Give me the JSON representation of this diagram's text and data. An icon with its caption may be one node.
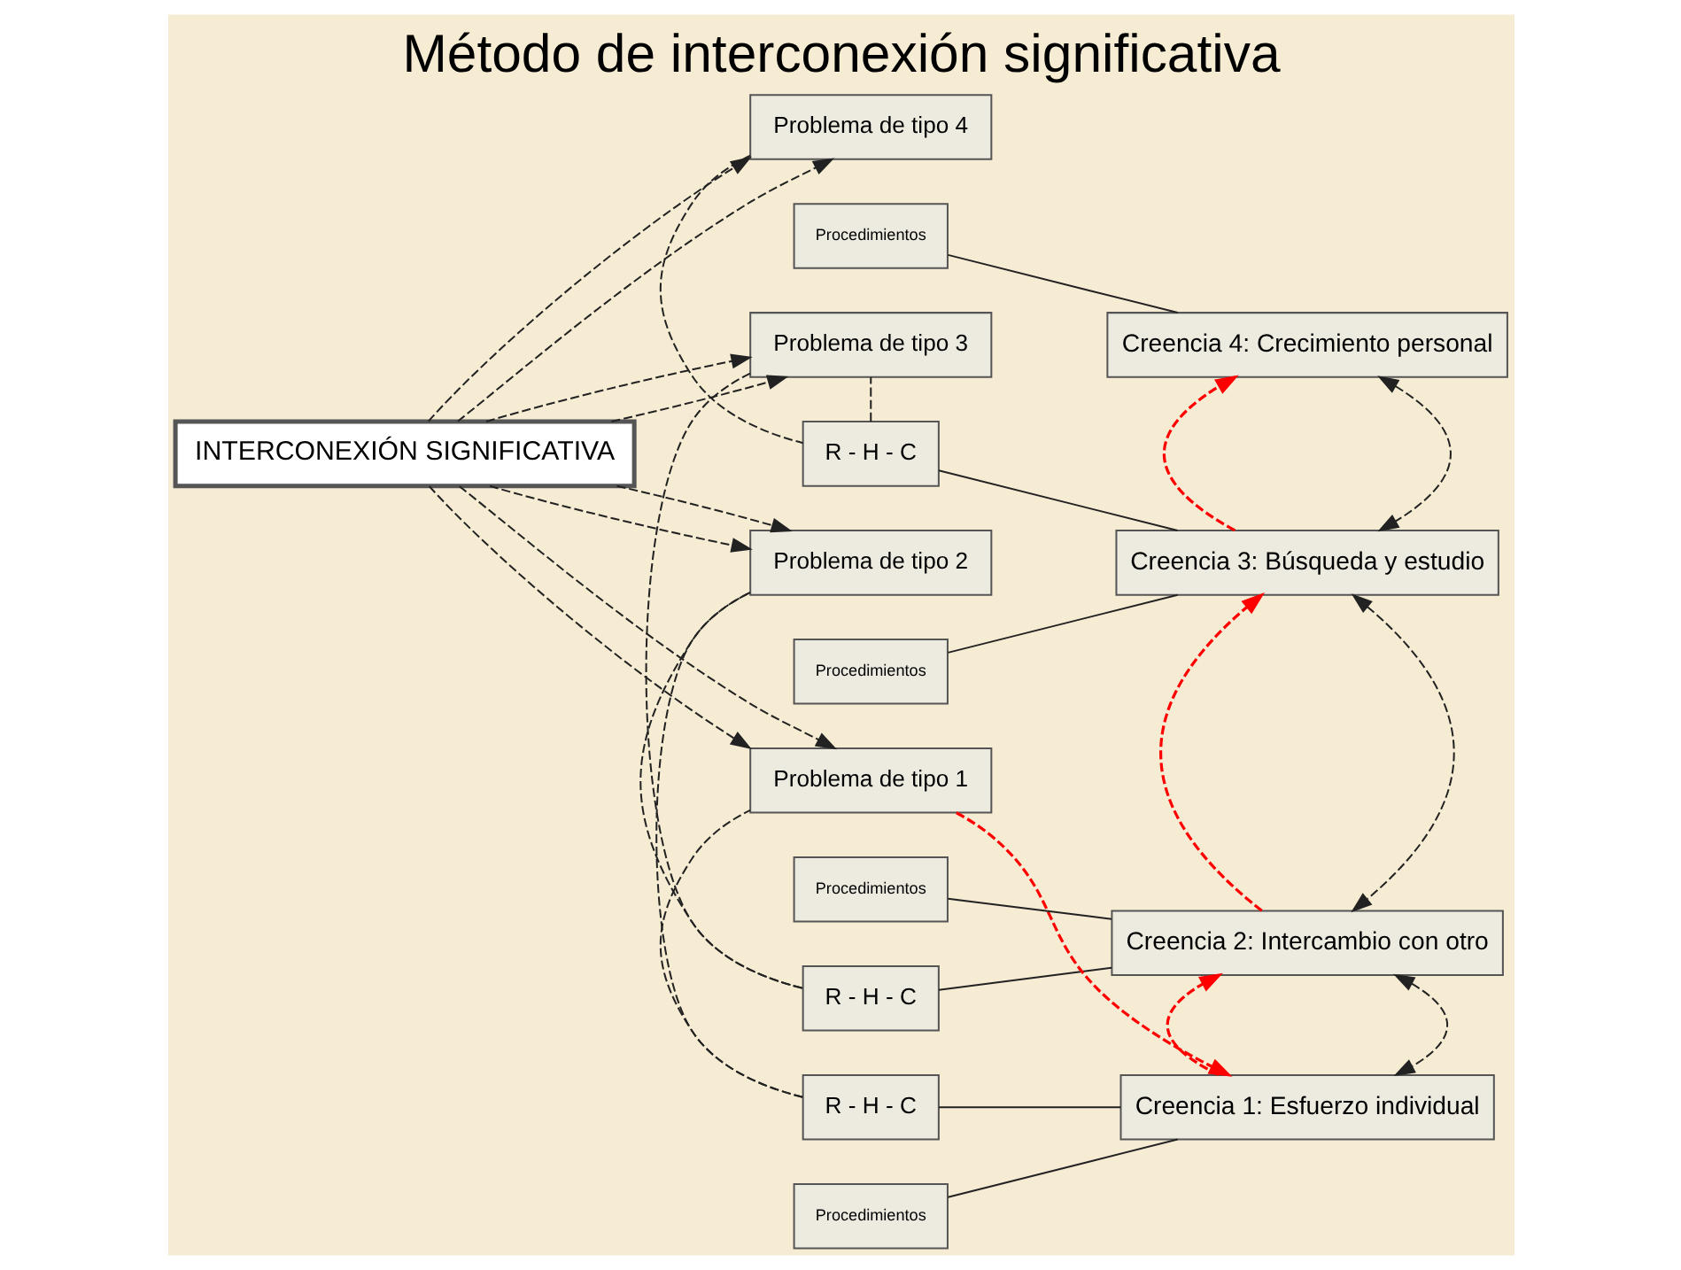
{
  "diagram": {
    "title": "Método de interconexión significativa",
    "nodes": [
      {
        "text": [
          "INTERCONEXIÓN SIGNIFICATIVA"
        ]
      },
      {
        "text": [
          "Problema de tipo 4"
        ]
      },
      {
        "text": [
          "R - H - C"
        ]
      },
      {
        "text": [
          "Problema de tipo 3"
        ]
      },
      {
        "text": [
          "R - H - C"
        ]
      },
      {
        "text": [
          "Problema de tipo 2"
        ]
      },
      {
        "text": [
          "R - H - C"
        ]
      },
      {
        "text": [
          "Problema de tipo 1"
        ]
      },
      {
        "text": [
          "Creencia 4: Crecimiento personal"
        ]
      },
      {
        "text": [
          "Creencia 3: Búsqueda y estudio"
        ]
      },
      {
        "text": [
          "Creencia 2: Intercambio con otro"
        ]
      },
      {
        "text": [
          "Creencia 1: Esfuerzo individual"
        ]
      },
      {
        "text": [
          "Procedimientos"
        ]
      },
      {
        "text": [
          "Procedimientos"
        ]
      },
      {
        "text": [
          "Procedimientos"
        ]
      },
      {
        "text": [
          "Procedimientos"
        ]
      }
    ],
    "edges": [
      {
        "from": 0,
        "to": 1,
        "arrow": "to",
        "style": "dashed"
      },
      {
        "from": 0,
        "to": 1,
        "arrow": "to",
        "style": "dashed"
      },
      {
        "from": 0,
        "to": 3,
        "arrow": "to",
        "style": "dashed"
      },
      {
        "from": 0,
        "to": 3,
        "arrow": "to",
        "style": "dashed"
      },
      {
        "from": 0,
        "to": 5,
        "arrow": "to",
        "style": "dashed"
      },
      {
        "from": 0,
        "to": 5,
        "arrow": "to",
        "style": "dashed"
      },
      {
        "from": 0,
        "to": 7,
        "arrow": "to",
        "style": "dashed"
      },
      {
        "from": 0,
        "to": 7,
        "arrow": "to",
        "style": "dashed"
      },
      {
        "from": 1,
        "to": 2,
        "arrow": "none",
        "style": "dashed"
      },
      {
        "from": 2,
        "to": 3,
        "arrow": "none",
        "style": "dashed"
      },
      {
        "from": 3,
        "to": 4,
        "arrow": "none",
        "style": "dashed"
      },
      {
        "from": 4,
        "to": 5,
        "arrow": "none",
        "style": "dashed"
      },
      {
        "from": 5,
        "to": 6,
        "arrow": "none",
        "style": "dashed"
      },
      {
        "from": 6,
        "to": 7,
        "arrow": "none",
        "style": "dashed"
      },
      {
        "from": 12,
        "to": 8,
        "arrow": "none"
      },
      {
        "from": 2,
        "to": 9,
        "arrow": "none"
      },
      {
        "from": 13,
        "to": 9,
        "arrow": "none"
      },
      {
        "from": 4,
        "to": 10,
        "arrow": "none"
      },
      {
        "from": 14,
        "to": 10,
        "arrow": "none"
      },
      {
        "from": 6,
        "to": 11,
        "arrow": "none"
      },
      {
        "from": 15,
        "to": 11,
        "arrow": "none"
      },
      {
        "from": 8,
        "to": 9,
        "arrow": "both",
        "style": "dashed"
      },
      {
        "from": 9,
        "to": 10,
        "arrow": "both",
        "style": "dashed"
      },
      {
        "from": 10,
        "to": 11,
        "arrow": "both",
        "style": "dashed"
      },
      {
        "from": 7,
        "to": 11,
        "arrow": "to",
        "style": "dashed",
        "color": "#ff0000"
      },
      {
        "from": 11,
        "to": 10,
        "arrow": "to",
        "style": "dashed",
        "color": "#ff0000"
      },
      {
        "from": 10,
        "to": 9,
        "arrow": "to",
        "style": "dashed",
        "color": "#ff0000"
      },
      {
        "from": 9,
        "to": 8,
        "arrow": "to",
        "style": "dashed",
        "color": "#ff0000"
      }
    ]
  }
}
